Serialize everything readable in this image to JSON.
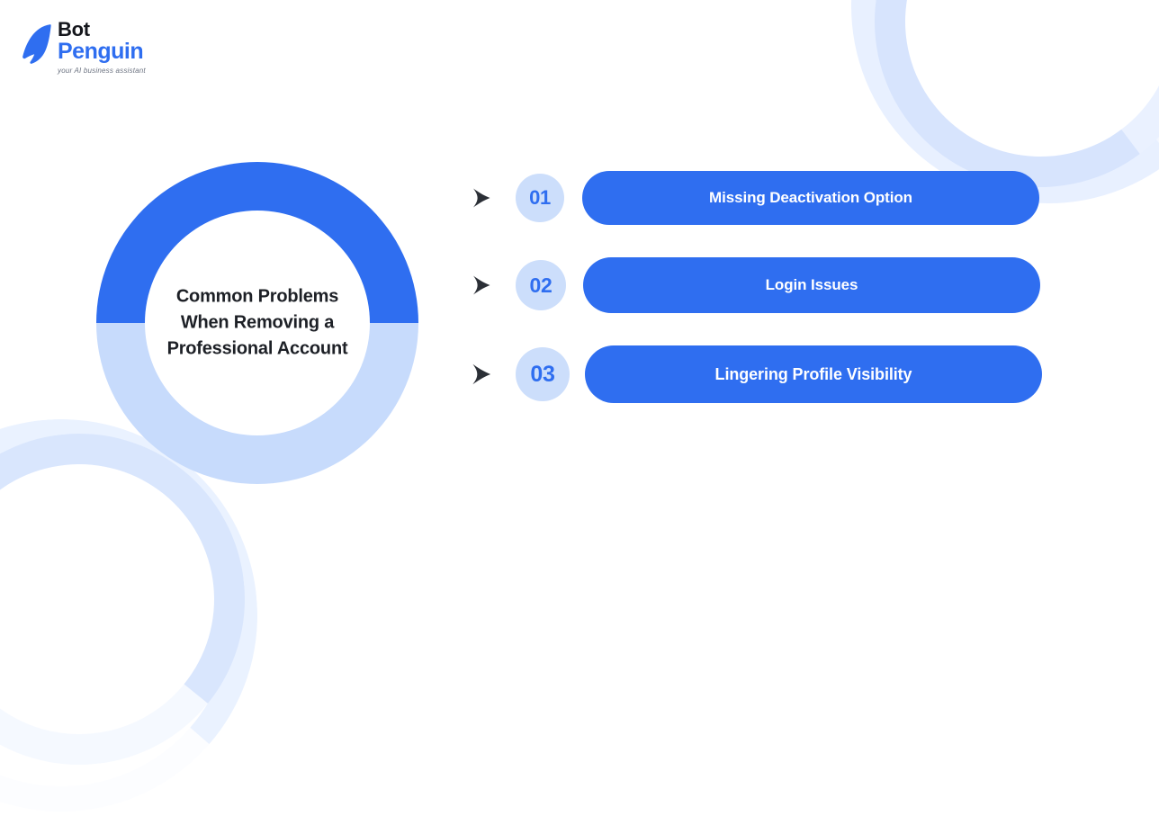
{
  "brand": {
    "name_line1": "Bot",
    "name_line2": "Penguin",
    "tagline": "your AI business assistant",
    "mark_color": "#2f6ef0",
    "name_line1_color": "#14161c"
  },
  "donut": {
    "title_line1": "Common Problems",
    "title_line2": "When Removing a",
    "title_line3": "Professional Account",
    "top_half_color": "#2f6ef0",
    "bottom_half_color": "#c7dbfc",
    "text_color": "#1d2026"
  },
  "steps": [
    {
      "number": "01",
      "label": "Missing Deactivation Option",
      "badge_color": "#ccdefb",
      "badge_text_color": "#2f6ef0",
      "pill_color": "#2f6ef0",
      "pill_text_color": "#ffffff"
    },
    {
      "number": "02",
      "label": "Login Issues",
      "badge_color": "#ccdefb",
      "badge_text_color": "#2f6ef0",
      "pill_color": "#2f6ef0",
      "pill_text_color": "#ffffff"
    },
    {
      "number": "03",
      "label": "Lingering Profile Visibility",
      "badge_color": "#ccdefb",
      "badge_text_color": "#2f6ef0",
      "pill_color": "#2f6ef0",
      "pill_text_color": "#ffffff"
    }
  ],
  "decorations": {
    "arc_color": "#d7e4fd",
    "background_color": "#ffffff"
  }
}
